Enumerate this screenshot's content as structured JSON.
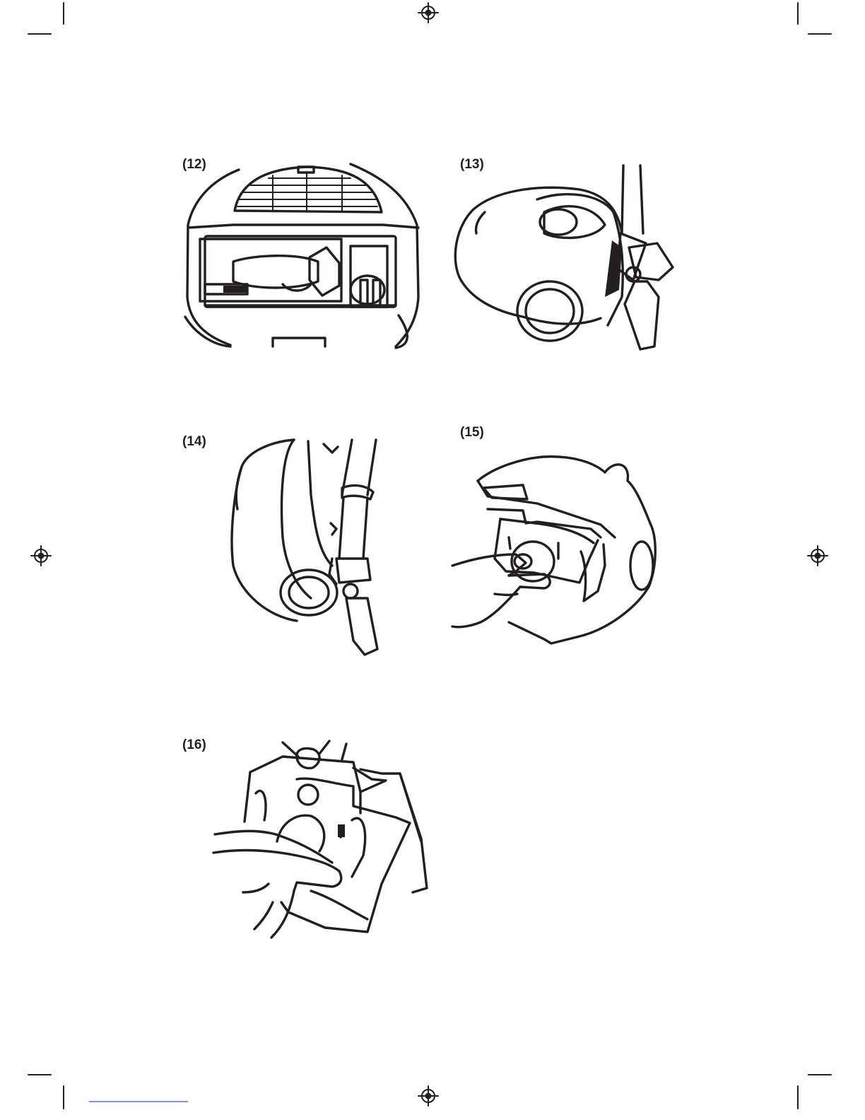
{
  "page": {
    "background": "#ffffff",
    "ink_color": "#231f20"
  },
  "figures": [
    {
      "label": "(12)",
      "subject": "vacuum cleaner top view with lid open showing bag compartment"
    },
    {
      "label": "(13)",
      "subject": "vacuum cleaner side view with front cover raised and hose inserted"
    },
    {
      "label": "(14)",
      "subject": "vacuum cleaner standing upright with tube clipped in parking slot"
    },
    {
      "label": "(15)",
      "subject": "hand sliding dust bag holder into open vacuum cleaner"
    },
    {
      "label": "(16)",
      "subject": "hands holding dust bag cardboard collar"
    }
  ],
  "print_marks": {
    "registration_mark": "crosshair-circle",
    "crop_marks": "corner trim lines"
  }
}
